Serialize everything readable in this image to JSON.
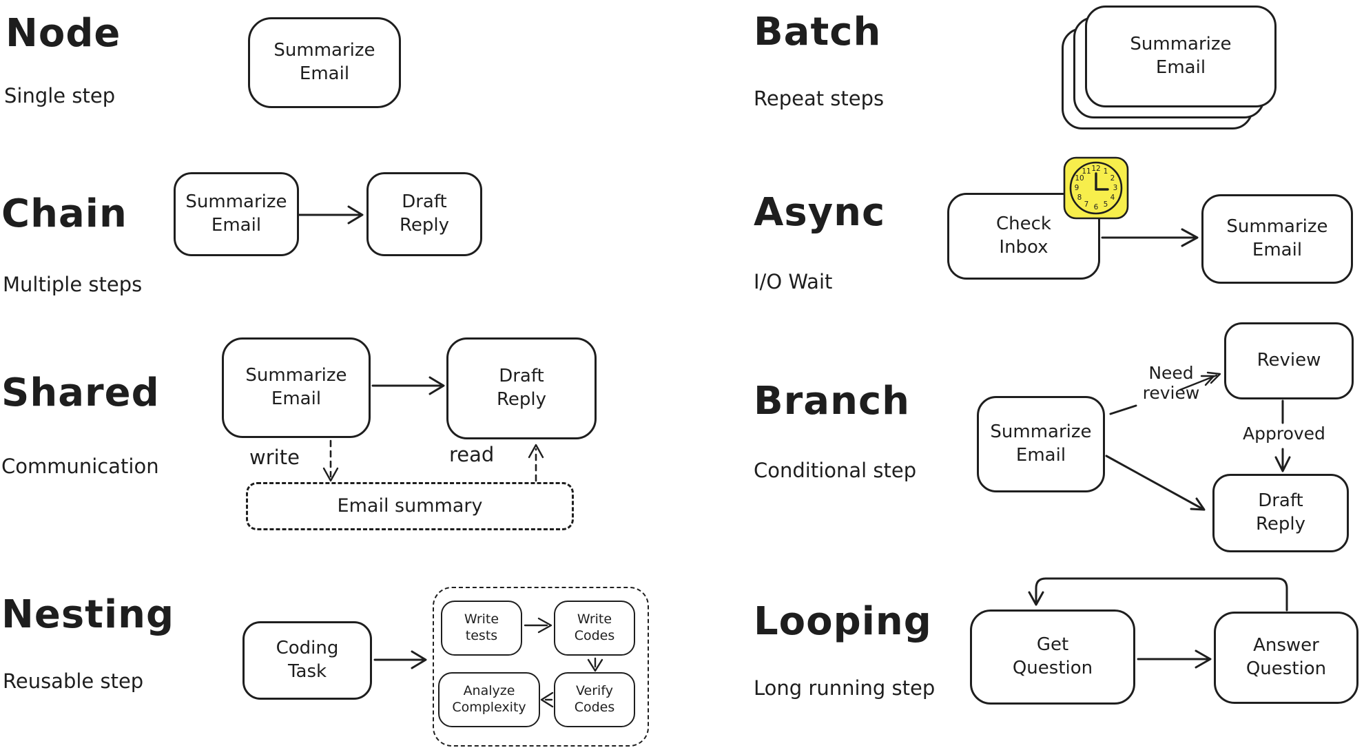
{
  "palette": {
    "ink": "#1e1e1e",
    "paper": "#ffffff",
    "clock_fill": "#f7ee4c"
  },
  "sections": {
    "node": {
      "title": "Node",
      "subtitle": "Single step",
      "step": "Summarize\nEmail"
    },
    "chain": {
      "title": "Chain",
      "subtitle": "Multiple steps",
      "step1": "Summarize\nEmail",
      "step2": "Draft\nReply"
    },
    "shared": {
      "title": "Shared",
      "subtitle": "Communication",
      "step1": "Summarize\nEmail",
      "step2": "Draft\nReply",
      "write_label": "write",
      "read_label": "read",
      "store": "Email summary"
    },
    "nesting": {
      "title": "Nesting",
      "subtitle": "Reusable step",
      "outer_step": "Coding\nTask",
      "inner_step1": "Write\ntests",
      "inner_step2": "Write\nCodes",
      "inner_step3": "Verify\nCodes",
      "inner_step4": "Analyze\nComplexity"
    },
    "batch": {
      "title": "Batch",
      "subtitle": "Repeat steps",
      "step": "Summarize\nEmail"
    },
    "async": {
      "title": "Async",
      "subtitle": "I/O Wait",
      "step1": "Check\nInbox",
      "step2": "Summarize\nEmail",
      "clock_numbers": [
        "12",
        "1",
        "2",
        "3",
        "4",
        "5",
        "6",
        "7",
        "8",
        "9",
        "10",
        "11"
      ]
    },
    "branch": {
      "title": "Branch",
      "subtitle": "Conditional step",
      "step1": "Summarize\nEmail",
      "step2": "Review",
      "step3": "Draft\nReply",
      "label_need_review": "Need\nreview",
      "label_approved": "Approved"
    },
    "looping": {
      "title": "Looping",
      "subtitle": "Long running step",
      "step1": "Get\nQuestion",
      "step2": "Answer\nQuestion"
    }
  }
}
